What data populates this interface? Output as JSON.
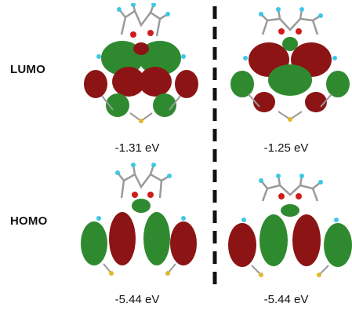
{
  "rows": [
    {
      "label": "LUMO",
      "panels": [
        {
          "energy": "-1.31 eV"
        },
        {
          "energy": "-1.25 eV"
        }
      ]
    },
    {
      "label": "HOMO",
      "panels": [
        {
          "energy": "-5.44 eV"
        },
        {
          "energy": "-5.44 eV"
        }
      ]
    }
  ],
  "colors": {
    "positive_lobe": "#2f8a2f",
    "negative_lobe": "#8c1414",
    "bond": "#9a9a9a",
    "hydrogen": "#3cc8e6",
    "oxygen": "#d01c1c",
    "sulfur": "#e0b830",
    "divider": "#111111"
  }
}
